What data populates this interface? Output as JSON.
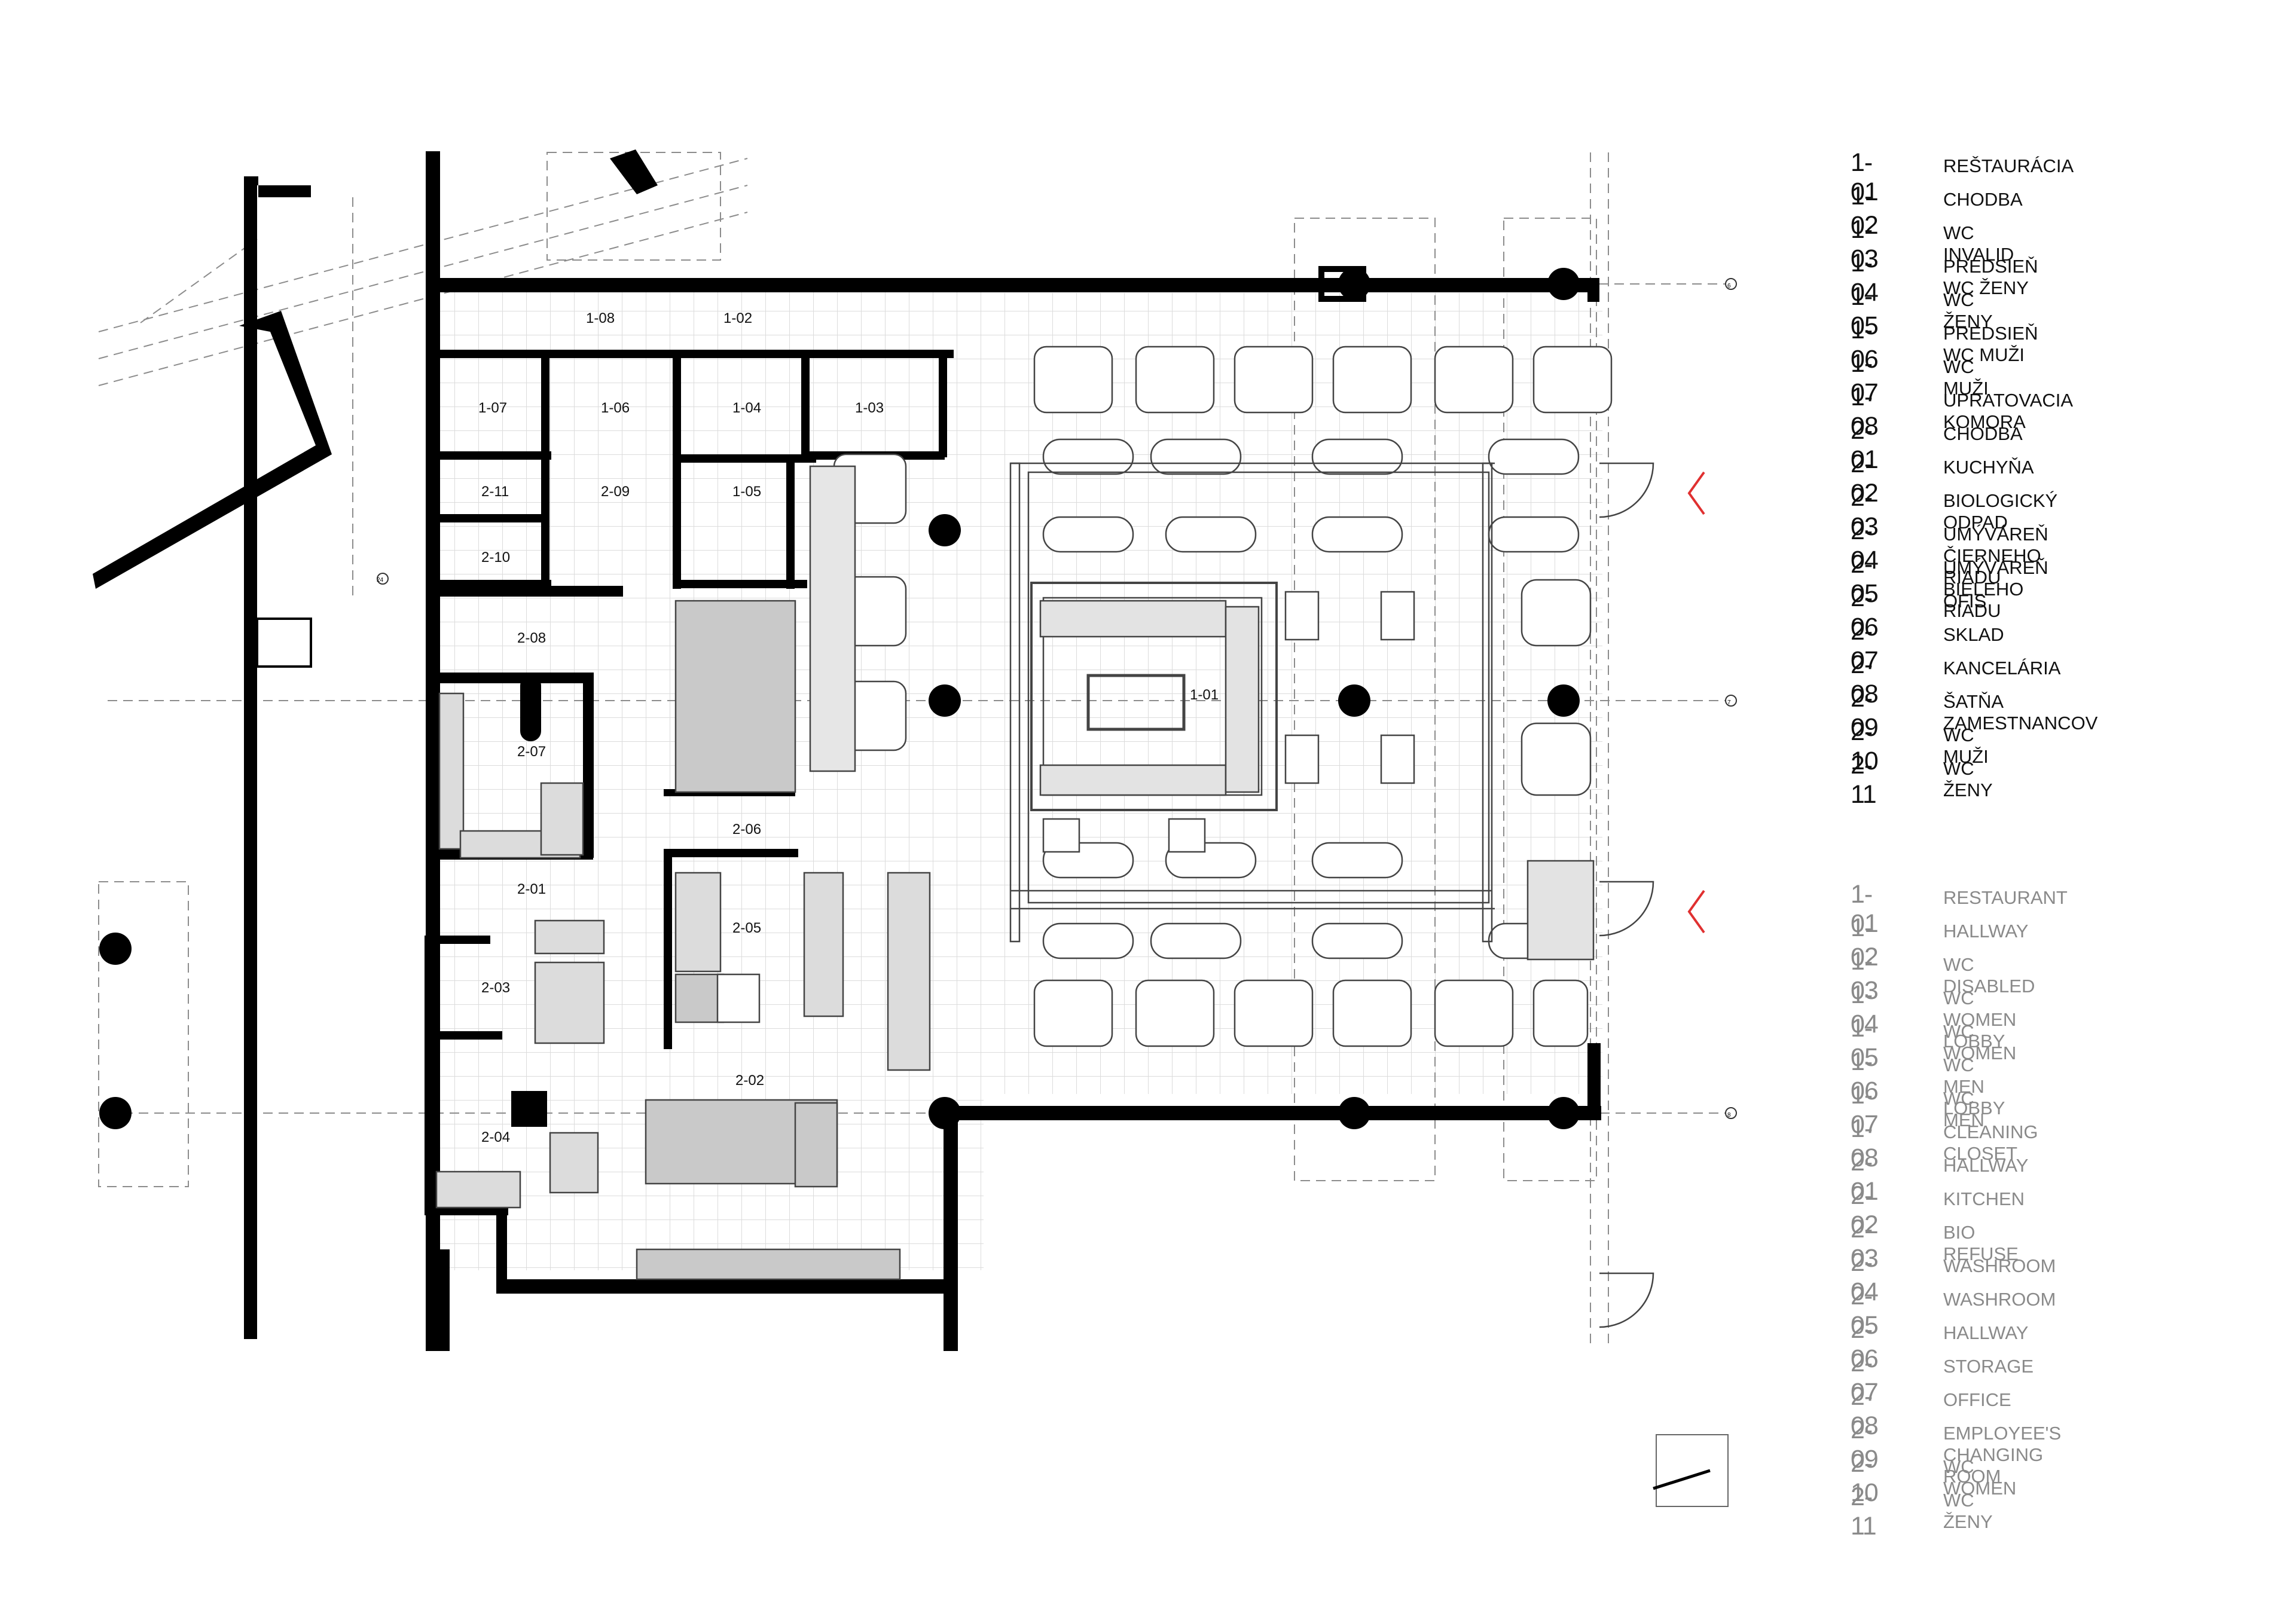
{
  "legend_sk": [
    {
      "code": "1-01",
      "name": "REŠTAURÁCIA"
    },
    {
      "code": "1-02",
      "name": "CHODBA"
    },
    {
      "code": "1-03",
      "name": "WC INVALID"
    },
    {
      "code": "1-04",
      "name": "PREDSIEŇ WC ŽENY"
    },
    {
      "code": "1-05",
      "name": "WC ŽENY"
    },
    {
      "code": "1-06",
      "name": "PREDSIEŇ WC MUŽI"
    },
    {
      "code": "1-07",
      "name": "WC MUŽI"
    },
    {
      "code": "1-08",
      "name": "UPRATOVACIA KOMORA"
    },
    {
      "code": "2-01",
      "name": "CHODBA"
    },
    {
      "code": "2-02",
      "name": "KUCHYŇA"
    },
    {
      "code": "2-03",
      "name": "BIOLOGICKÝ ODPAD"
    },
    {
      "code": "2-04",
      "name": "UMÝVÁREŇ ČIERNEHO RIADU"
    },
    {
      "code": "2-05",
      "name": "UMÝVÁREŇ BIELEHO RIADU"
    },
    {
      "code": "2-06",
      "name": "OFIS"
    },
    {
      "code": "2-07",
      "name": "SKLAD"
    },
    {
      "code": "2-08",
      "name": "KANCELÁRIA"
    },
    {
      "code": "2-09",
      "name": "ŠATŇA ZAMESTNANCOV"
    },
    {
      "code": "2-10",
      "name": "WC MUŽI"
    },
    {
      "code": "2-11",
      "name": "WC ŽENY"
    }
  ],
  "legend_en": [
    {
      "code": "1-01",
      "name": "RESTAURANT"
    },
    {
      "code": "1-02",
      "name": "HALLWAY"
    },
    {
      "code": "1-03",
      "name": "WC DISABLED"
    },
    {
      "code": "1-04",
      "name": "WC WOMEN LOBBY"
    },
    {
      "code": "1-05",
      "name": "WC WOMEN"
    },
    {
      "code": "1-06",
      "name": "WC MEN LOBBY"
    },
    {
      "code": "1-07",
      "name": "WC MEN"
    },
    {
      "code": "1-08",
      "name": "CLEANING CLOSET"
    },
    {
      "code": "2-01",
      "name": "HALLWAY"
    },
    {
      "code": "2-02",
      "name": "KITCHEN"
    },
    {
      "code": "2-03",
      "name": "BIO REFUSE"
    },
    {
      "code": "2-04",
      "name": "WASHROOM"
    },
    {
      "code": "2-05",
      "name": "WASHROOM"
    },
    {
      "code": "2-06",
      "name": "HALLWAY"
    },
    {
      "code": "2-07",
      "name": "STORAGE"
    },
    {
      "code": "2-08",
      "name": "OFFICE"
    },
    {
      "code": "2-09",
      "name": "EMPLOYEE'S CHANGING ROOM"
    },
    {
      "code": "2-10",
      "name": "WC WOMEN"
    },
    {
      "code": "2-11",
      "name": "WC ŽENY"
    }
  ],
  "room_labels": {
    "r101": "1-01",
    "r102": "1-02",
    "r103": "1-03",
    "r104": "1-04",
    "r105": "1-05",
    "r106": "1-06",
    "r107": "1-07",
    "r108": "1-08",
    "r201": "2-01",
    "r202": "2-02",
    "r203": "2-03",
    "r204": "2-04",
    "r205": "2-05",
    "r206": "2-06",
    "r207": "2-07",
    "r208": "2-08",
    "r209": "2-09",
    "r210": "2-10",
    "r211": "2-11"
  },
  "grid_markers": {
    "g6": "6",
    "g7": "7",
    "g8": "8",
    "g24": "24"
  },
  "colors": {
    "wall": "#000000",
    "thin": "#555555",
    "dash": "#8c8c8c",
    "grid": "#dcdcdc",
    "equip": "#c9c9c9",
    "entrance": "#e03030",
    "legend_primary": "#111111",
    "legend_secondary": "#8a8a8a"
  }
}
